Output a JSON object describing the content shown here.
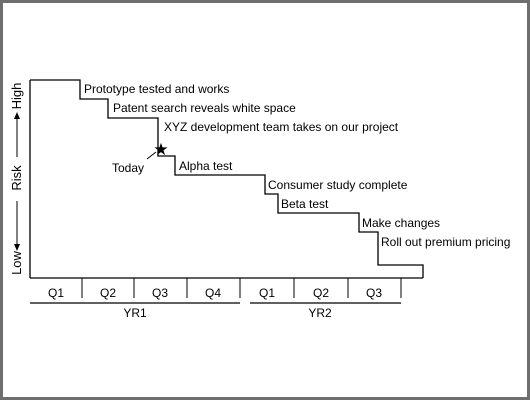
{
  "chart_data": {
    "type": "line",
    "y_axis": {
      "label": "Risk",
      "low_label": "Low",
      "high_label": "High"
    },
    "x_axis": {
      "quarters": [
        "Q1",
        "Q2",
        "Q3",
        "Q4",
        "Q1",
        "Q2",
        "Q3"
      ],
      "years": [
        {
          "label": "YR1",
          "quarters": [
            "Q1",
            "Q2",
            "Q3",
            "Q4"
          ]
        },
        {
          "label": "YR2",
          "quarters": [
            "Q1",
            "Q2",
            "Q3"
          ]
        }
      ]
    },
    "milestones": [
      "Prototype tested and works",
      "Patent search reveals white space",
      "XYZ development team takes on our project",
      "Alpha test",
      "Consumer study complete",
      "Beta test",
      "Make changes",
      "Roll out premium pricing"
    ],
    "marker": {
      "label": "Today",
      "symbol": "★"
    }
  }
}
